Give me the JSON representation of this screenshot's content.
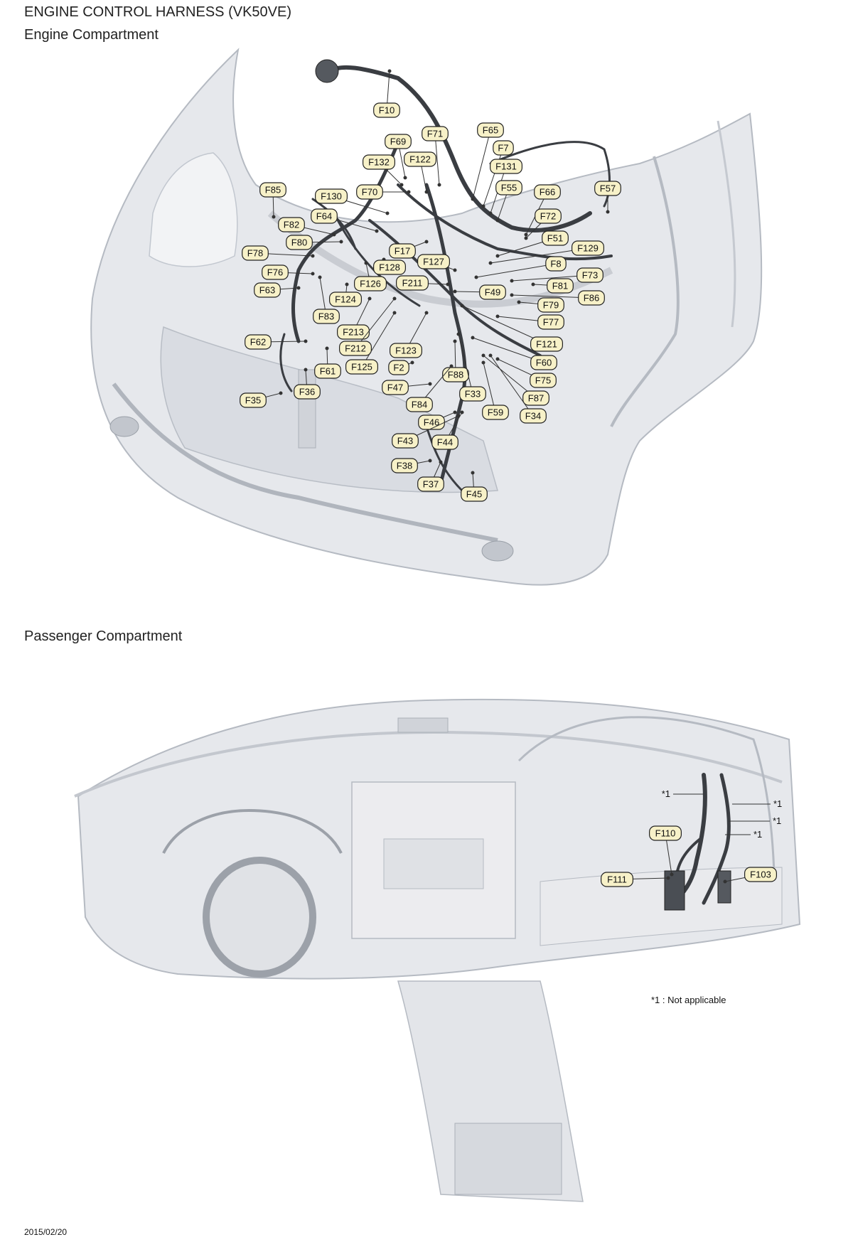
{
  "doc": {
    "title": "ENGINE CONTROL HARNESS (VK50VE)",
    "section_engine": "Engine Compartment",
    "section_passenger": "Passenger Compartment",
    "note": "*1 : Not applicable",
    "date": "2015/02/20"
  },
  "engine_connectors": [
    "F10",
    "F69",
    "F71",
    "F65",
    "F7",
    "F132",
    "F122",
    "F131",
    "F55",
    "F66",
    "F57",
    "F85",
    "F130",
    "F70",
    "F64",
    "F72",
    "F82",
    "F80",
    "F51",
    "F129",
    "F78",
    "F17",
    "F127",
    "F8",
    "F128",
    "F76",
    "F126",
    "F211",
    "F73",
    "F81",
    "F63",
    "F124",
    "F49",
    "F86",
    "F79",
    "F83",
    "F77",
    "F213",
    "F62",
    "F212",
    "F123",
    "F121",
    "F60",
    "F125",
    "F61",
    "F2",
    "F88",
    "F75",
    "F47",
    "F33",
    "F87",
    "F35",
    "F36",
    "F84",
    "F59",
    "F34",
    "F46",
    "F43",
    "F44",
    "F38",
    "F37",
    "F45"
  ],
  "passenger_connectors": [
    "F110",
    "F111",
    "F103"
  ],
  "passenger_markers": [
    "*1",
    "*1",
    "*1",
    "*1"
  ]
}
